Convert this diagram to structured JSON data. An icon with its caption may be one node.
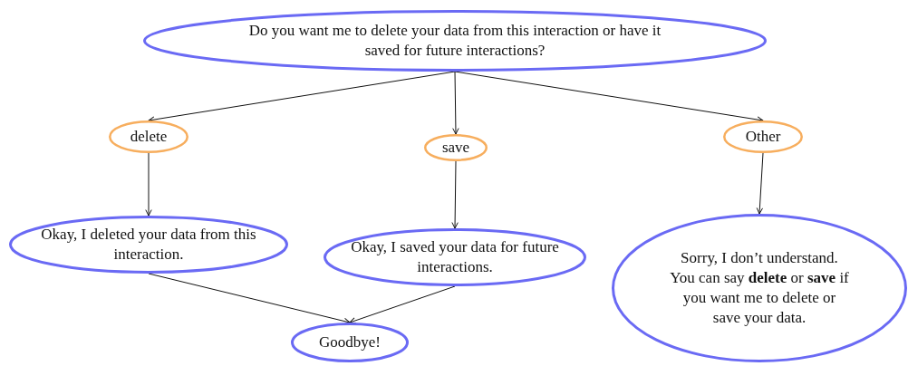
{
  "diagram": {
    "nodes": [
      {
        "text": [
          "Do you want me to delete your data from this interaction or have it saved for future interactions?"
        ]
      },
      {
        "text": [
          "delete"
        ]
      },
      {
        "text": [
          "save"
        ]
      },
      {
        "text": [
          "Other"
        ]
      },
      {
        "text": [
          "Okay, I deleted your data from this interaction."
        ]
      },
      {
        "text": [
          "Okay, I saved your data for future interactions."
        ]
      },
      {
        "text": [
          "Sorry, I don’t understand. You can say **delete** or **save** if you want me to delete or save your data."
        ]
      },
      {
        "text": [
          "Goodbye!"
        ]
      }
    ],
    "edges": [
      {
        "from": 0,
        "to": 1,
        "arrow": "to"
      },
      {
        "from": 0,
        "to": 2,
        "arrow": "to"
      },
      {
        "from": 0,
        "to": 3,
        "arrow": "to"
      },
      {
        "from": 1,
        "to": 4,
        "arrow": "to"
      },
      {
        "from": 2,
        "to": 5,
        "arrow": "to"
      },
      {
        "from": 3,
        "to": 6,
        "arrow": "to"
      },
      {
        "from": 4,
        "to": 7,
        "arrow": "to"
      },
      {
        "from": 5,
        "to": 7,
        "arrow": "to"
      }
    ]
  }
}
